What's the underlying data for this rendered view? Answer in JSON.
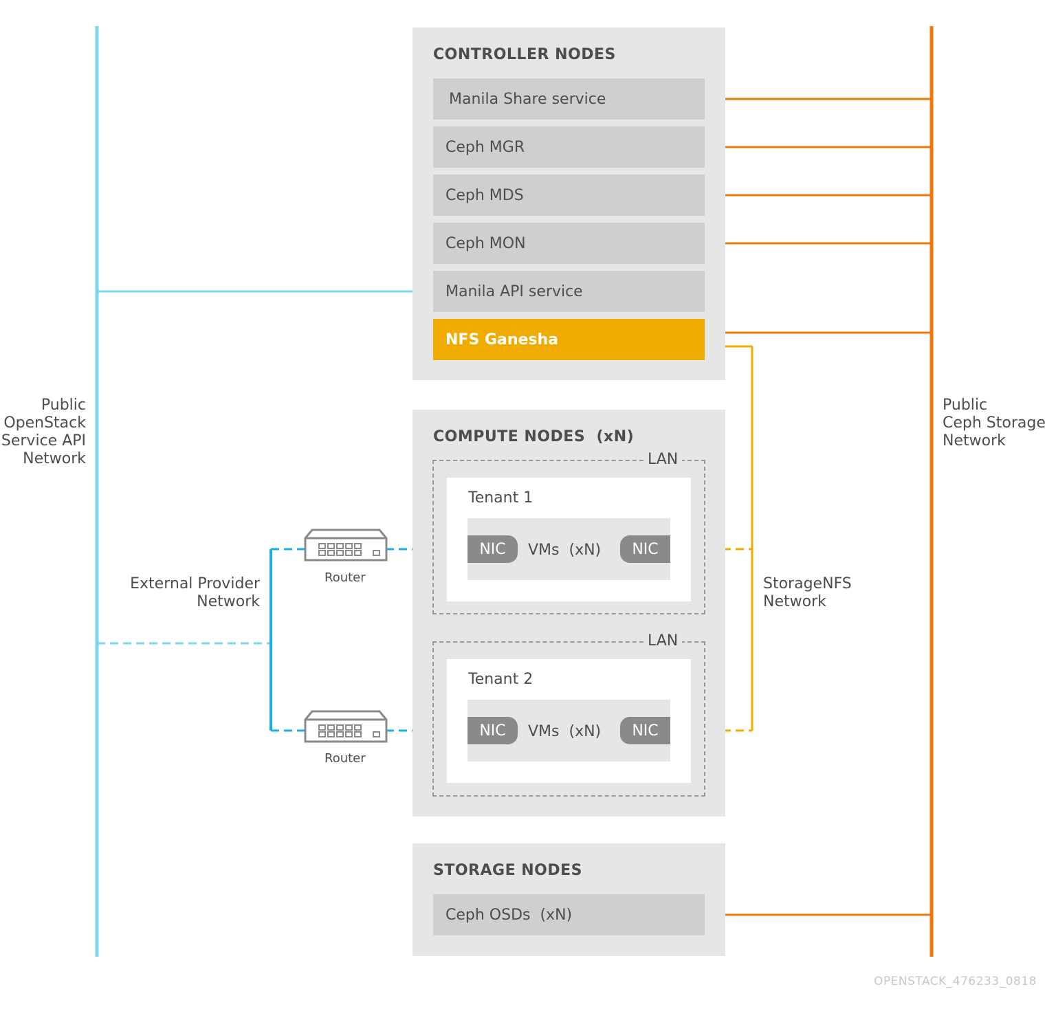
{
  "networks": {
    "api_network_label": [
      "Public",
      "OpenStack",
      "Service API",
      "Network"
    ],
    "storage_network_label": [
      "Public",
      "Ceph Storage",
      "Network"
    ],
    "external_provider_label": [
      "External Provider",
      "Network"
    ],
    "storagenfs_label": [
      "StorageNFS",
      "Network"
    ]
  },
  "controller": {
    "title": "CONTROLLER NODES",
    "services": [
      "Manila Share service",
      "Ceph MGR",
      "Ceph MDS",
      "Ceph MON",
      "Manila API service",
      "NFS Ganesha"
    ]
  },
  "compute": {
    "title": "COMPUTE NODES  (xN)",
    "lans": [
      {
        "lan_label": "LAN",
        "tenant": "Tenant 1",
        "nic_left": "NIC",
        "vms": "VMs  (xN)",
        "nic_right": "NIC"
      },
      {
        "lan_label": "LAN",
        "tenant": "Tenant 2",
        "nic_left": "NIC",
        "vms": "VMs  (xN)",
        "nic_right": "NIC"
      }
    ]
  },
  "routers": [
    "Router",
    "Router"
  ],
  "storage": {
    "title": "STORAGE NODES",
    "services": [
      "Ceph OSDs  (xN)"
    ]
  },
  "watermark": "OPENSTACK_476233_0818",
  "colors": {
    "api_network": "#7dd8ee",
    "external_network": "#1aaee0",
    "storage_network": "#ec7a08",
    "storagenfs": "#f0ab00",
    "panel": "#e6e6e6",
    "service": "#cfcfcf",
    "nic": "#8a8a8a"
  }
}
